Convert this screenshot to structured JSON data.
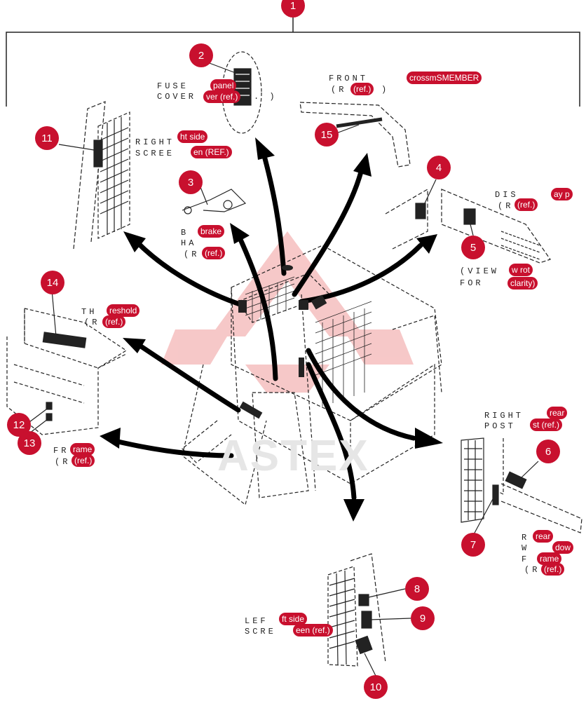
{
  "colors": {
    "callout": "#c8102e",
    "line": "#222222",
    "watermark_red": "#f2b0b0",
    "watermark_text": "#e6e6e6"
  },
  "watermark": "ASTEX",
  "callouts": [
    "1",
    "2",
    "3",
    "4",
    "5",
    "6",
    "7",
    "8",
    "9",
    "10",
    "11",
    "12",
    "13",
    "14",
    "15"
  ],
  "labels": {
    "fuse_l1": "FUSE",
    "fuse_l2": "COVER",
    "fuse_l3": ". )",
    "front_l1": "FRONT",
    "front_l2": "(R",
    "front_l3": ")",
    "rside_l1": "RIGHT",
    "rside_l2": "SCREE",
    "display_l1": "DIS",
    "display_l2": "(R",
    "brake_l1": "B",
    "brake_l2": "HA",
    "brake_l3": "(R",
    "view_l1": "(VIEW",
    "view_l2": "FOR",
    "thresh_l1": "TH",
    "thresh_l2": "(R",
    "frame_l1": "FR",
    "frame_l2": "(R",
    "rpost_l1": "RIGHT",
    "rpost_l2": "POST",
    "rwin_l1": "R",
    "rwin_l2": "W",
    "rwin_l3": "F",
    "rwin_l4": "(R",
    "lscreen_l1": "LEF",
    "lscreen_l2": "SCRE"
  },
  "overlays": {
    "fuse_panel": "panel",
    "fuse_cover": "ver (ref.)",
    "front_cross": "crossmSMEMBER",
    "front_ref": "(ref.)",
    "rside_a": "ht side",
    "rside_b": "en (REF.)",
    "display_a": "ay p",
    "display_ref": "(ref.)",
    "brake_a": "brake",
    "brake_ref": "(ref.)",
    "view_a": "w rot",
    "view_b": "clarity)",
    "thresh_a": "reshold",
    "thresh_ref": "(ref.)",
    "frame_a": "rame",
    "frame_ref": "(ref.)",
    "rpost_a": "rear",
    "rpost_b": "st (ref.)",
    "rwin_a": "rear",
    "rwin_b": "dow",
    "rwin_c": "rame",
    "rwin_d": "(ref.)",
    "lscreen_a": "ft side",
    "lscreen_b": "een (ref.)"
  }
}
